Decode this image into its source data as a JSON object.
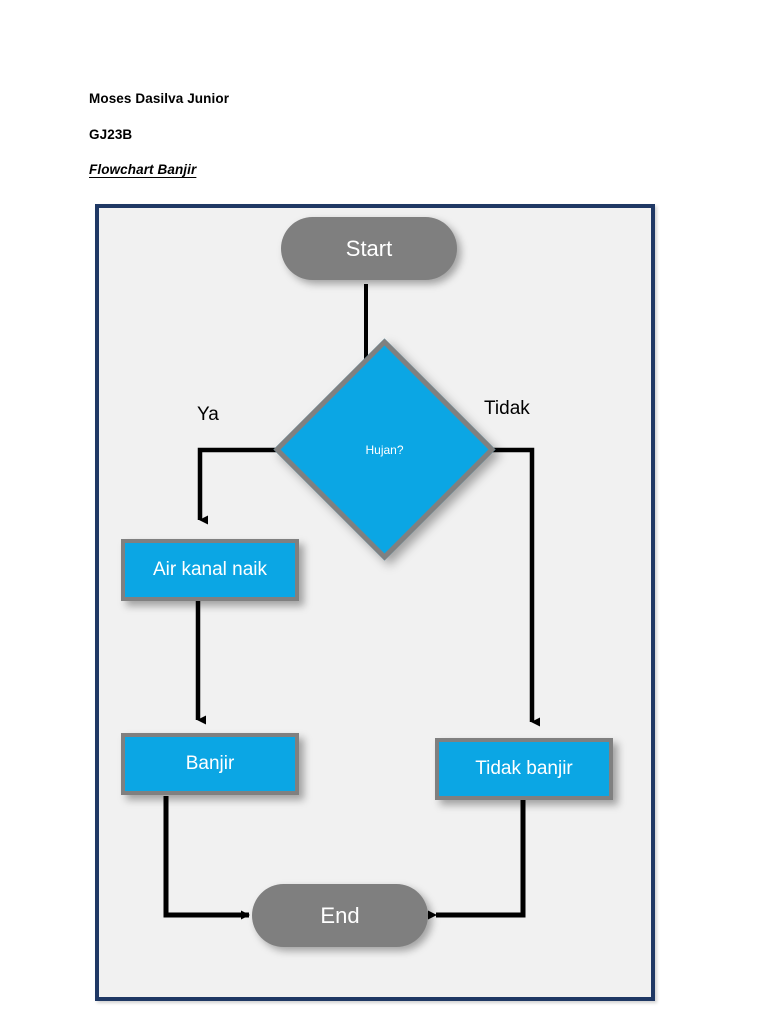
{
  "document": {
    "author": "Moses Dasilva Junior",
    "class_code": "GJ23B",
    "title": "Flowchart Banjir"
  },
  "canvas": {
    "border_color": "#1F3864",
    "background_color": "#F1F1F1"
  },
  "palette": {
    "process_fill": "#0BA6E4",
    "process_border": "#808080",
    "terminator_fill": "#7F7F7F",
    "text_on_shape": "#FFFFFF",
    "connector": "#000000"
  },
  "flowchart": {
    "nodes": [
      {
        "id": "start",
        "type": "terminator",
        "label": "Start"
      },
      {
        "id": "hujan",
        "type": "decision",
        "label": "Hujan?"
      },
      {
        "id": "air-kanal",
        "type": "process",
        "label": "Air kanal naik"
      },
      {
        "id": "banjir",
        "type": "process",
        "label": "Banjir"
      },
      {
        "id": "tidak-banjir",
        "type": "process",
        "label": "Tidak banjir"
      },
      {
        "id": "end",
        "type": "terminator",
        "label": "End"
      }
    ],
    "branch_labels": {
      "yes": "Ya",
      "no": "Tidak"
    },
    "edges": [
      {
        "from": "start",
        "to": "hujan",
        "label": ""
      },
      {
        "from": "hujan",
        "to": "air-kanal",
        "label": "Ya"
      },
      {
        "from": "hujan",
        "to": "tidak-banjir",
        "label": "Tidak"
      },
      {
        "from": "air-kanal",
        "to": "banjir",
        "label": ""
      },
      {
        "from": "banjir",
        "to": "end",
        "label": ""
      },
      {
        "from": "tidak-banjir",
        "to": "end",
        "label": ""
      }
    ]
  }
}
